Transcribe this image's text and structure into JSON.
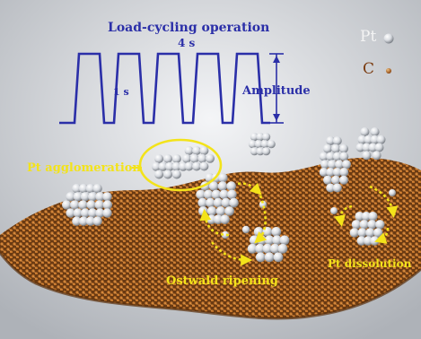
{
  "waveform": {
    "title": "Load-cycling operation",
    "period_label": "4 s",
    "hold_label": "1 s",
    "amplitude_label": "Amplitude"
  },
  "legend": {
    "pt_label": "Pt",
    "c_label": "C"
  },
  "processes": {
    "agglomeration": "Pt agglomeration",
    "ostwald": "Ostwald ripening",
    "dissolution": "Pt dissolution"
  },
  "colors": {
    "waveform": "#2b2fa8",
    "annotation": "#f3e31a",
    "carbon": "#b5641c",
    "platinum": "#e6e8ec"
  }
}
